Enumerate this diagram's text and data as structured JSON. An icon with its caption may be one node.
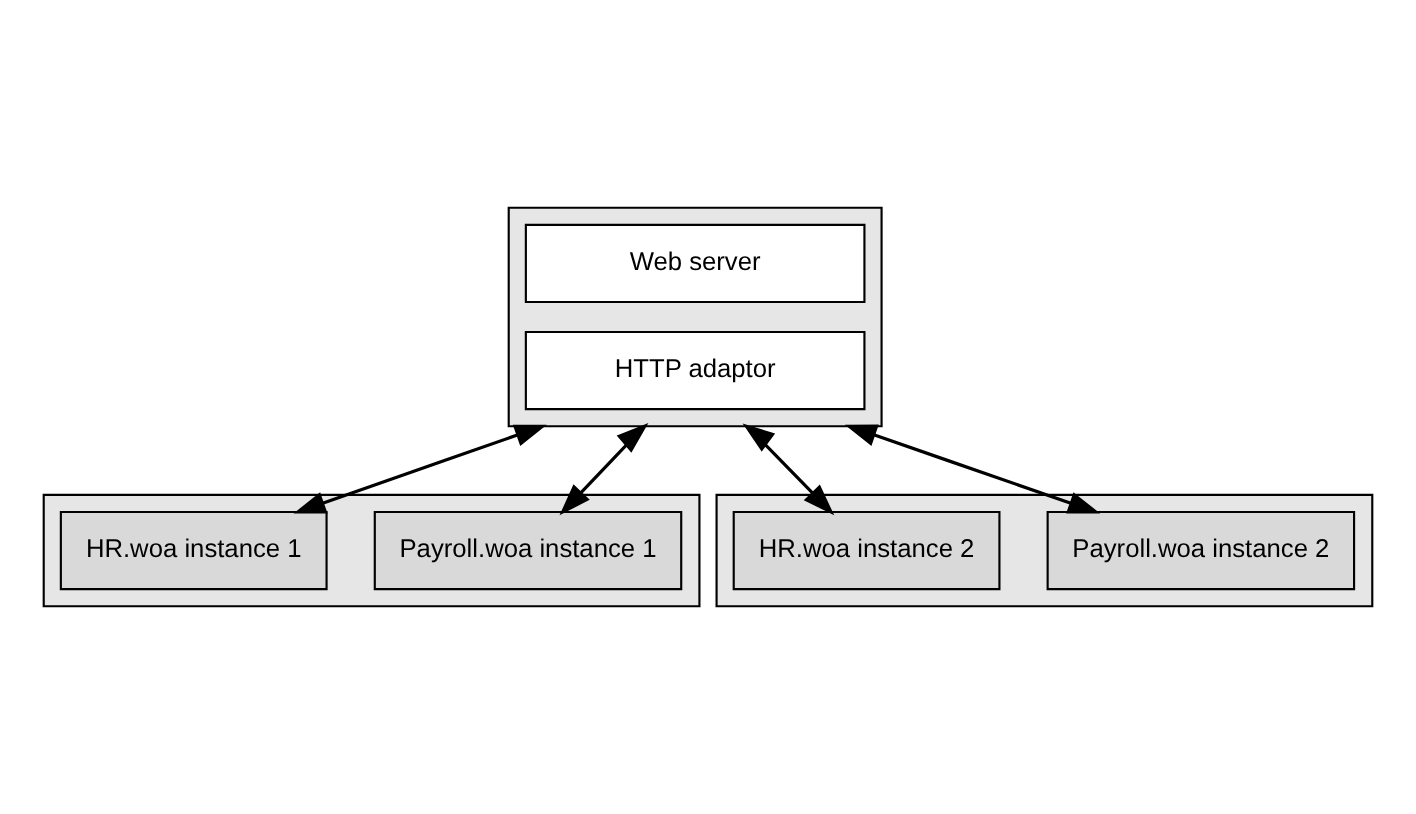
{
  "diagram": {
    "nodes": [
      {
        "text": [],
        "shape": "box"
      },
      {
        "text": [
          "Web server"
        ],
        "in": 0
      },
      {
        "text": [
          "HTTP adaptor"
        ],
        "in": 0
      },
      {
        "text": [],
        "shape": "box"
      },
      {
        "text": [
          "HR.woa instance 1"
        ],
        "in": 3
      },
      {
        "text": [
          "Payroll.woa instance 1"
        ],
        "in": 3
      },
      {
        "text": [],
        "shape": "box"
      },
      {
        "text": [
          "HR.woa instance 2"
        ],
        "in": 6
      },
      {
        "text": [
          "Payroll.woa instance 2"
        ],
        "in": 6
      }
    ],
    "edges": [
      {
        "from": 0,
        "to": 4,
        "arrow": "both"
      },
      {
        "from": 0,
        "to": 5,
        "arrow": "both"
      },
      {
        "from": 0,
        "to": 7,
        "arrow": "both"
      },
      {
        "from": 0,
        "to": 8,
        "arrow": "both"
      }
    ]
  }
}
